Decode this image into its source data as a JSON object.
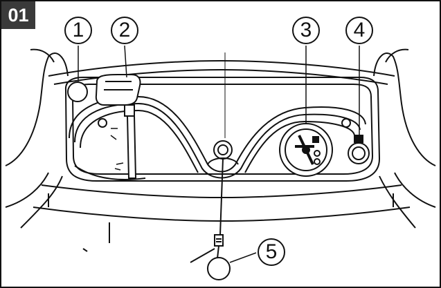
{
  "figure": {
    "step_number": "01",
    "callouts": [
      "1",
      "2",
      "3",
      "4",
      "5"
    ]
  }
}
